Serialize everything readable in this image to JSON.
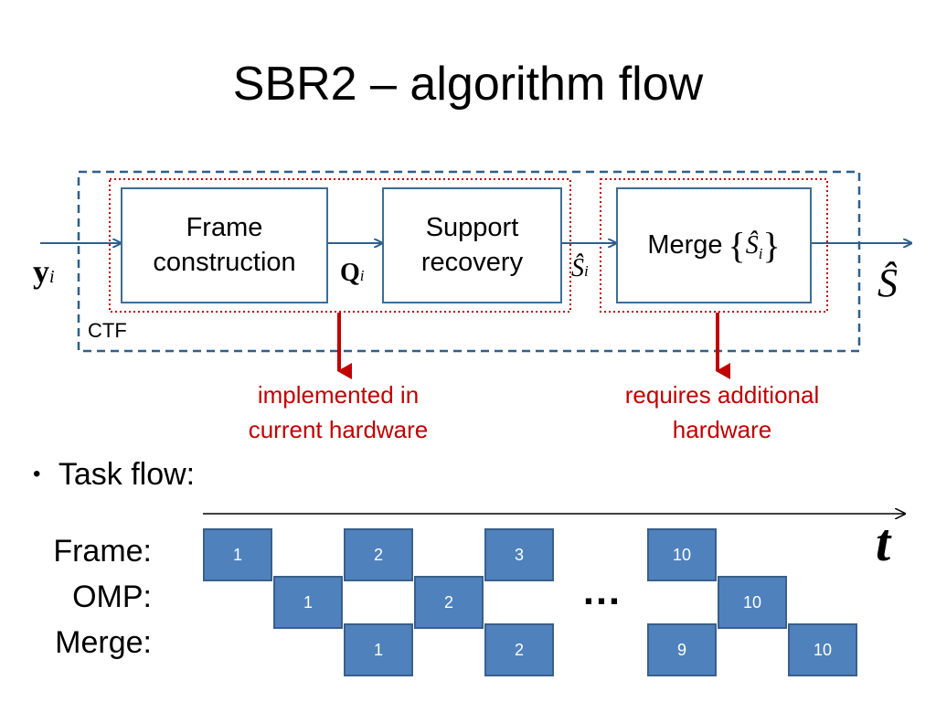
{
  "title": "SBR2 – algorithm flow",
  "colors": {
    "box_border": "#3c6e93",
    "arrow": "#2f5f8a",
    "red": "#c00000",
    "cell_fill": "#4f81bd",
    "dashed": "#2f5f8a"
  },
  "diagram": {
    "frame_construction": "Frame construction",
    "support_recovery": "Support recovery",
    "merge_label": "Merge",
    "ctf_label": "CTF",
    "input_y": "y",
    "input_y_sub": "i",
    "q_label": "Q",
    "q_sub": "i",
    "s_label": "Ŝ",
    "s_sub": "i",
    "merge_set_s": "Ŝ",
    "merge_set_sub": "i",
    "output_s": "Ŝ",
    "note_left_1": "implemented in",
    "note_left_2": "current hardware",
    "note_right_1": "requires additional",
    "note_right_2": "hardware"
  },
  "task_flow": {
    "bullet": "Task flow:",
    "time_label": "t",
    "ellipsis": "…",
    "rows": [
      "Frame:",
      "OMP:",
      "Merge:"
    ],
    "frame_cells": [
      "1",
      "2",
      "3",
      "10"
    ],
    "omp_cells": [
      "1",
      "2",
      "10"
    ],
    "merge_cells": [
      "1",
      "2",
      "9",
      "10"
    ]
  }
}
